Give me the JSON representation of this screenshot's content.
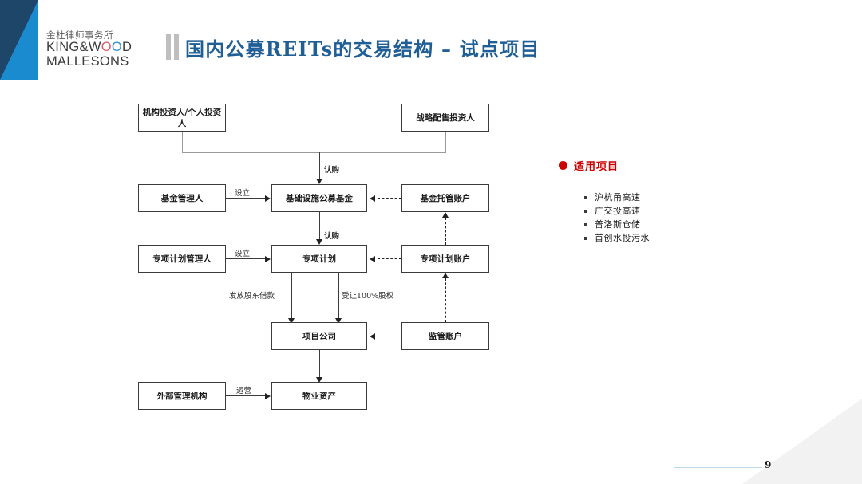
{
  "brand": {
    "name_cn": "金杜律师事务所",
    "name_en_line1": "KING&W",
    "name_en_o1": "O",
    "name_en_o2": "O",
    "name_en_line1_end": "D",
    "name_en_line2": "MALLESONS",
    "accent_blue": "#1b8bd0",
    "accent_navy": "#1e4668"
  },
  "header": {
    "title": "国内公募REITs的交易结构 – 试点项目",
    "title_color": "#1f5f96"
  },
  "diagram": {
    "type": "flowchart",
    "nodes": [
      {
        "id": "institutional_investors",
        "label": "机构投资人/个人投资人"
      },
      {
        "id": "strategic_investors",
        "label": "战略配售投资人"
      },
      {
        "id": "fund_manager",
        "label": "基金管理人"
      },
      {
        "id": "infra_public_fund",
        "label": "基础设施公募基金"
      },
      {
        "id": "fund_custody_account",
        "label": "基金托管账户"
      },
      {
        "id": "abs_plan_manager",
        "label": "专项计划管理人"
      },
      {
        "id": "abs_plan",
        "label": "专项计划"
      },
      {
        "id": "abs_plan_account",
        "label": "专项计划账户"
      },
      {
        "id": "project_company",
        "label": "项目公司"
      },
      {
        "id": "supervision_account",
        "label": "监管账户"
      },
      {
        "id": "external_manager",
        "label": "外部管理机构"
      },
      {
        "id": "property_assets",
        "label": "物业资产"
      }
    ],
    "edge_labels": {
      "subscribe_fund": "认购",
      "establish_fund": "设立",
      "subscribe_plan": "认购",
      "establish_plan": "设立",
      "shareholder_loan": "发放股东借款",
      "equity_transfer": "受让100%股权",
      "operation": "运营"
    }
  },
  "panel": {
    "title": "适用项目",
    "title_color": "#cc0000",
    "items": [
      "沪杭甬高速",
      "广交投高速",
      "普洛斯仓储",
      "首创水投污水"
    ]
  },
  "footer": {
    "page_number": "9"
  }
}
